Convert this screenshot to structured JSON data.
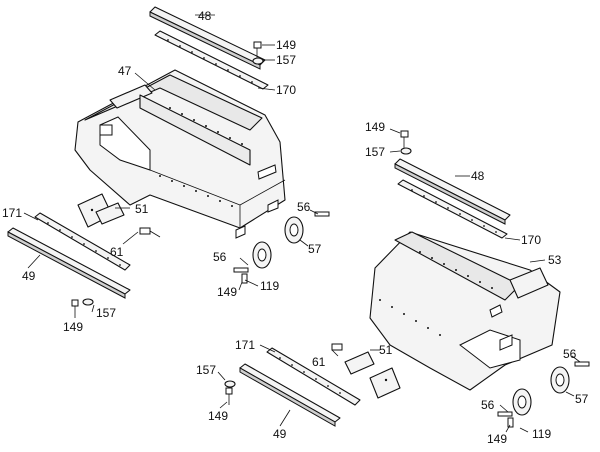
{
  "callouts": {
    "left": {
      "p48": "48",
      "p149a": "149",
      "p157a": "157",
      "p47": "47",
      "p170": "170",
      "p171": "171",
      "p51": "51",
      "p61": "61",
      "p56a": "56",
      "p57": "57",
      "p49": "49",
      "p56b": "56",
      "p119": "119",
      "p149b": "149",
      "p149c": "149",
      "p157b": "157"
    },
    "right": {
      "p149a": "149",
      "p157a": "157",
      "p48": "48",
      "p170": "170",
      "p53": "53",
      "p171": "171",
      "p61": "61",
      "p51": "51",
      "p56a": "56",
      "p157b": "157",
      "p57": "57",
      "p149b": "149",
      "p49": "49",
      "p56b": "56",
      "p149c": "149",
      "p119": "119"
    }
  }
}
